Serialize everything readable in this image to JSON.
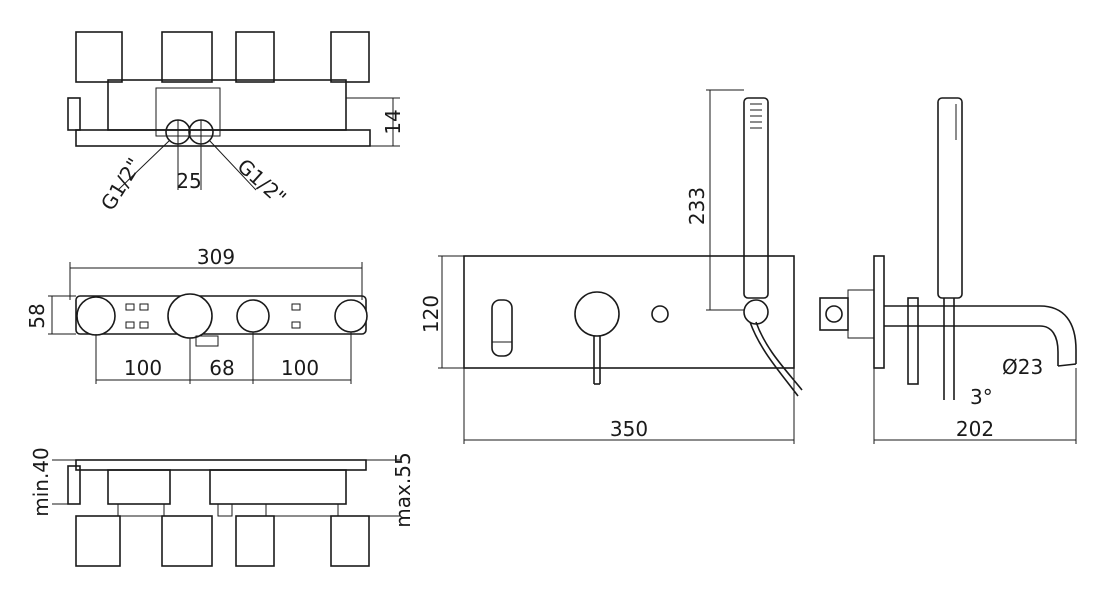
{
  "drawing": {
    "top_view": {
      "dim_height": "14",
      "dim_spacing": "25",
      "thread_left": "G1/2\"",
      "thread_right": "G1/2\""
    },
    "middle_view": {
      "dim_total": "309",
      "dim_height": "58",
      "dim_left": "100",
      "dim_mid": "68",
      "dim_right": "100"
    },
    "bottom_view": {
      "dim_min": "min.40",
      "dim_max": "max.55"
    },
    "front_view": {
      "dim_shower": "233",
      "dim_height": "120",
      "dim_width": "350"
    },
    "side_view": {
      "dim_diameter": "Ø23",
      "dim_angle": "3°",
      "dim_projection": "202"
    }
  }
}
